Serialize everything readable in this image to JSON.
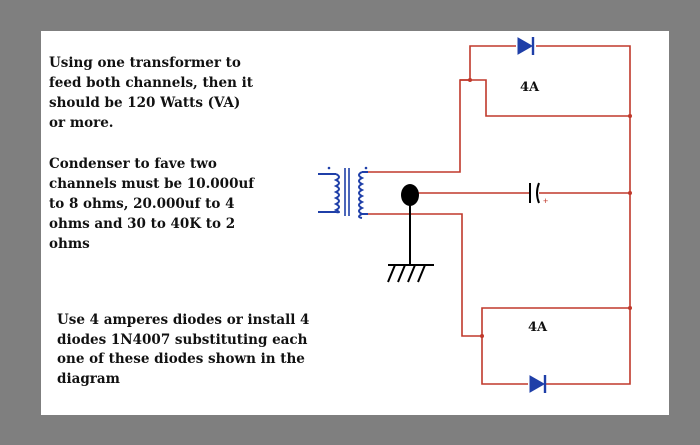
{
  "notes": {
    "transformer": "Using one transformer to\nfeed both channels, then it\nshould be 120 Watts (VA)\nor more.",
    "condenser": "Condenser to fave two\nchannels must be 10.000uf\nto 8 ohms, 20.000uf to 4\nohms and 30 to 40K to 2\nohms",
    "diodes": "Use 4 amperes diodes or install 4\ndiodes 1N4007 substituting each\none of these diodes shown in the\ndiagram"
  },
  "labels": {
    "top_diode_rating": "4A",
    "bottom_diode_rating": "4A",
    "capacitor_polarity": "+"
  },
  "colors": {
    "wire": "#c0392b",
    "component": "#1f3fa8",
    "ground": "#000000",
    "background": "#7f7f7f",
    "panel": "#ffffff"
  }
}
